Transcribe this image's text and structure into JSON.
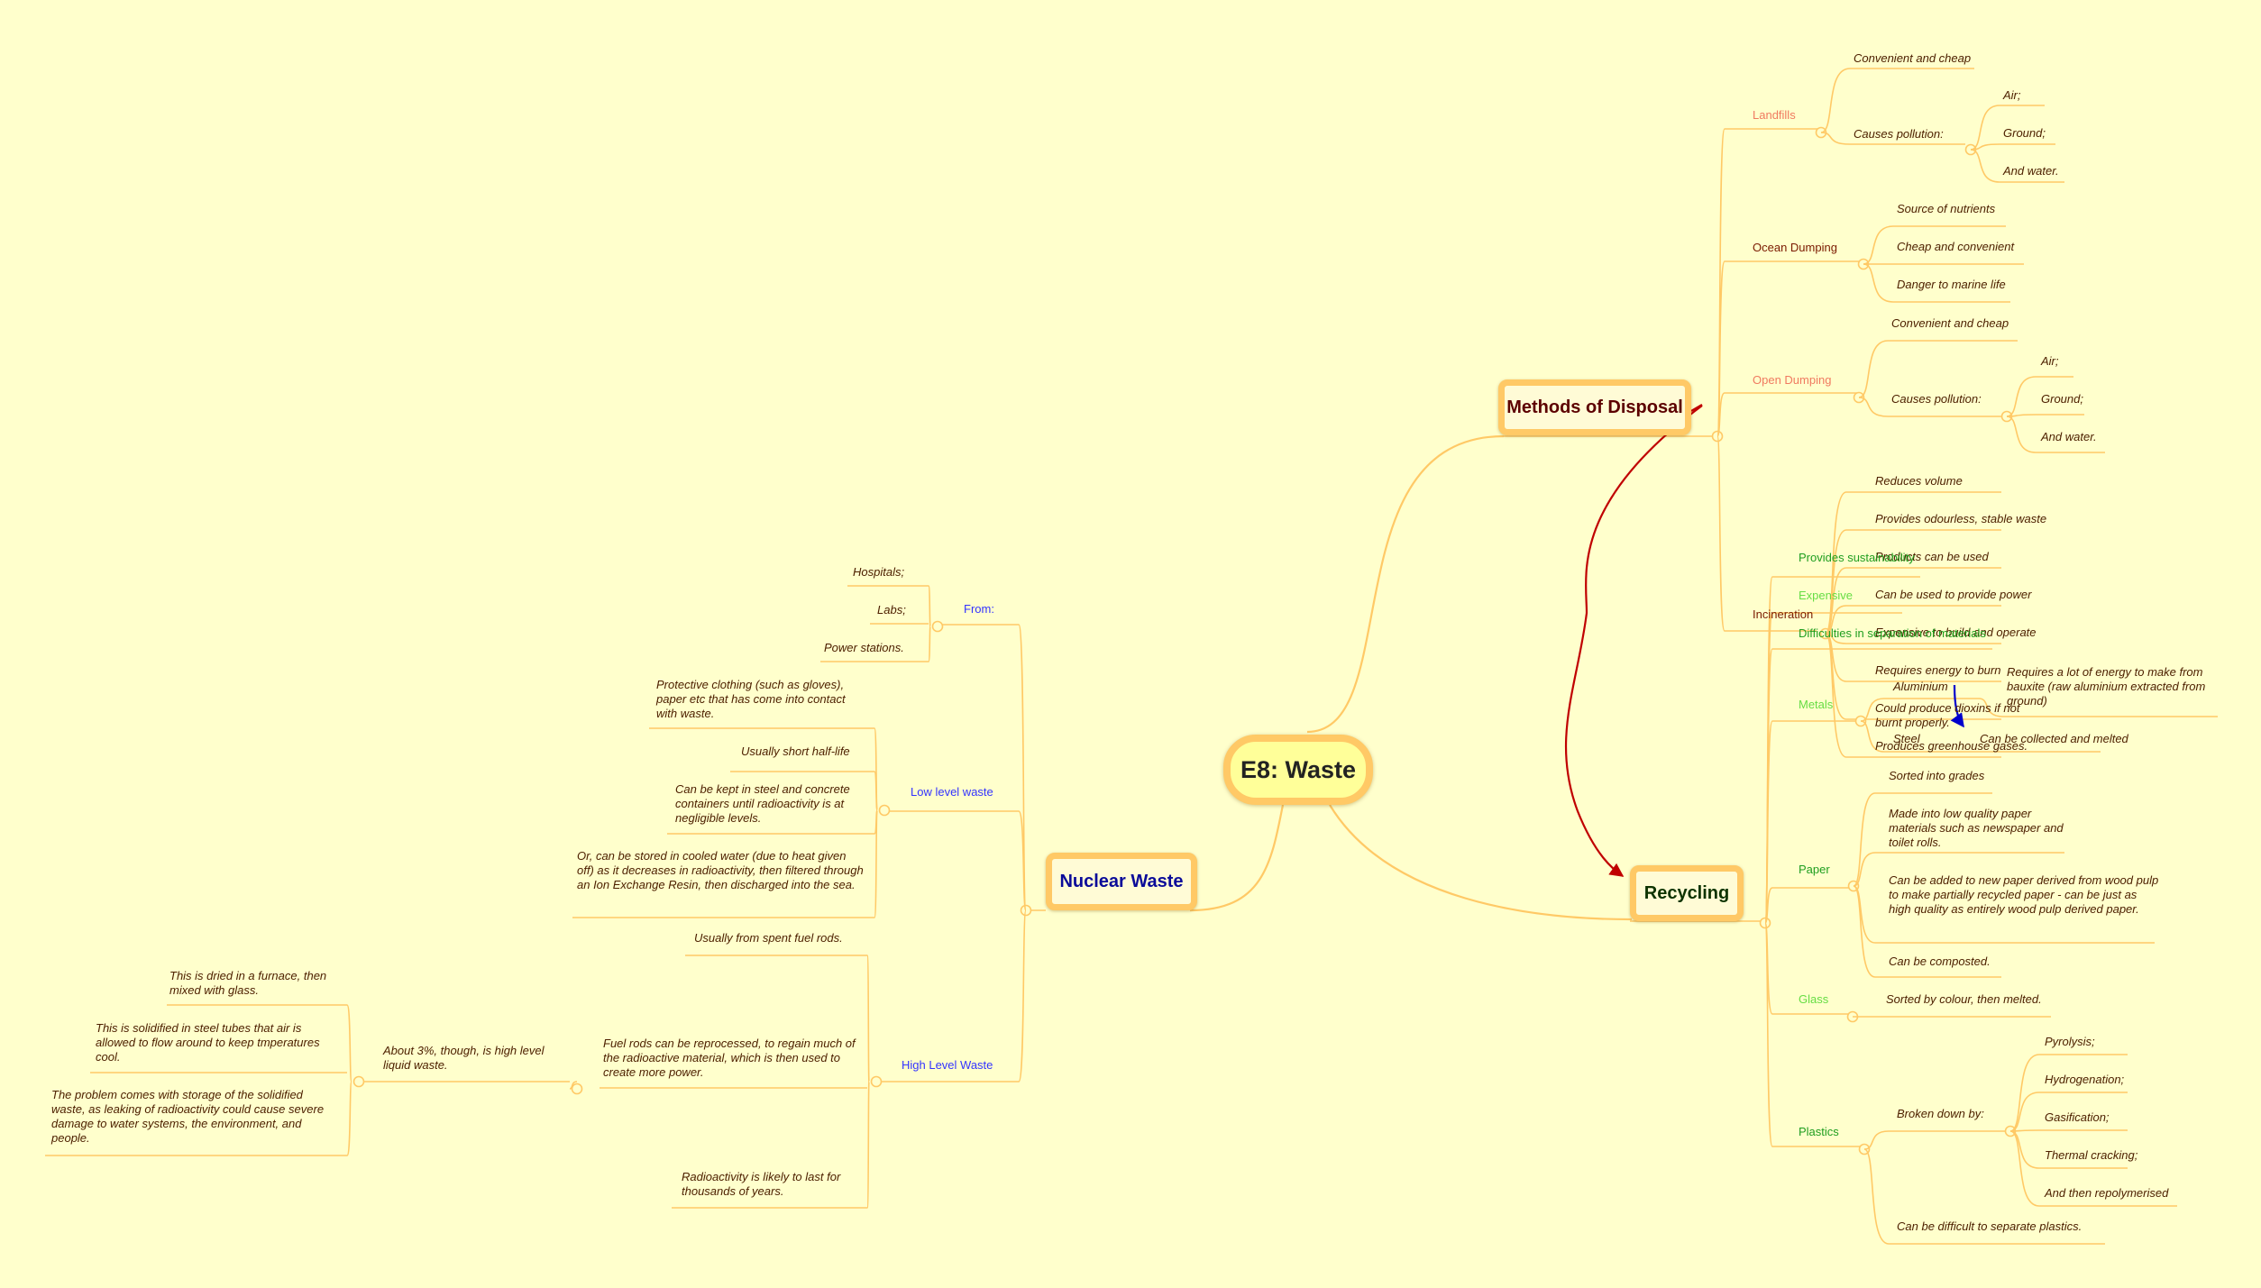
{
  "central": {
    "label": "E8: Waste"
  },
  "colors": {
    "branch": "#ffc966",
    "central_fill": "#ffff99",
    "disposal_text": "#5c0000",
    "recycling_text": "#0d3300",
    "nuclear_text": "#0a0a99",
    "leaf_text": "#4d2000",
    "salmon": "#f07a60",
    "dark_red": "#7a1a00",
    "green": "#1f9e1f",
    "light_green": "#66dd44",
    "blue": "#3333ff",
    "arrow_red": "#c00000",
    "arrow_blue": "#0000cc"
  },
  "disposal": {
    "label": "Methods of Disposal",
    "landfills": {
      "label": "Landfills",
      "convenient": "Convenient and cheap",
      "pollution": "Causes pollution:",
      "air": "Air;",
      "ground": "Ground;",
      "water": "And water."
    },
    "ocean": {
      "label": "Ocean Dumping",
      "nutrients": "Source of nutrients",
      "cheap": "Cheap and convenient",
      "danger": "Danger to marine life"
    },
    "open": {
      "label": "Open Dumping",
      "convenient": "Convenient and cheap",
      "pollution": "Causes pollution:",
      "air": "Air;",
      "ground": "Ground;",
      "water": "And water."
    },
    "incineration": {
      "label": "Incineration",
      "items": [
        "Reduces volume",
        "Provides odourless, stable waste",
        "Products can be used",
        "Can be used to provide power",
        "Expensive to build and operate",
        "Requires energy to burn",
        "Could produce dioxins if not burnt properly.",
        "Produces greenhouse gases."
      ]
    }
  },
  "recycling": {
    "label": "Recycling",
    "sustainability": "Provides sustainability",
    "expensive": "Expensive",
    "difficulties": "Difficulties in separation of materials",
    "metals": {
      "label": "Metals",
      "aluminium": "Aluminium",
      "aluminium_note": "Requires a lot of energy to make from bauxite (raw aluminium extracted from ground)",
      "steel": "Steel",
      "steel_note": "Can be collected and melted"
    },
    "paper": {
      "label": "Paper",
      "items": [
        "Sorted into grades",
        "Made into low quality paper materials such as newspaper and toilet rolls.",
        "Can be added to new paper derived from wood pulp to make partially recycled paper - can be just as high quality as entirely wood pulp derived paper.",
        "Can be composted."
      ]
    },
    "glass": {
      "label": "Glass",
      "note": "Sorted by colour, then melted."
    },
    "plastics": {
      "label": "Plastics",
      "broken": "Broken down by:",
      "methods": [
        "Pyrolysis;",
        "Hydrogenation;",
        "Gasification;",
        "Thermal cracking;",
        "And then repolymerised"
      ],
      "difficult": "Can be difficult to separate plastics."
    }
  },
  "nuclear": {
    "label": "Nuclear Waste",
    "from": {
      "label": "From:",
      "items": [
        "Hospitals;",
        "Labs;",
        "Power stations."
      ]
    },
    "low": {
      "label": "Low level waste",
      "items": [
        "Protective clothing (such as gloves), paper etc that has come into contact with waste.",
        "Usually short half-life",
        "Can be kept in steel and concrete containers until radioactivity is at negligible levels.",
        "Or, can be stored in cooled water (due to heat given off) as it decreases in radioactivity, then filtered through an Ion Exchange Resin, then discharged into the sea."
      ]
    },
    "high": {
      "label": "High Level Waste",
      "spent": "Usually from spent fuel rods.",
      "reprocessed": "Fuel rods can be reprocessed, to regain much of the radioactive material, which is then used to create more power.",
      "liquid": "About 3%, though, is high level liquid waste.",
      "furnace": "This is dried in a furnace, then mixed with glass.",
      "tubes": "This is solidified in steel tubes that air is allowed to flow around to keep tmperatures cool.",
      "problem": "The problem comes with storage of the solidified waste, as leaking of radioactivity could cause severe damage to water systems, the environment, and people.",
      "last": "Radioactivity is likely to last for thousands of years."
    }
  }
}
